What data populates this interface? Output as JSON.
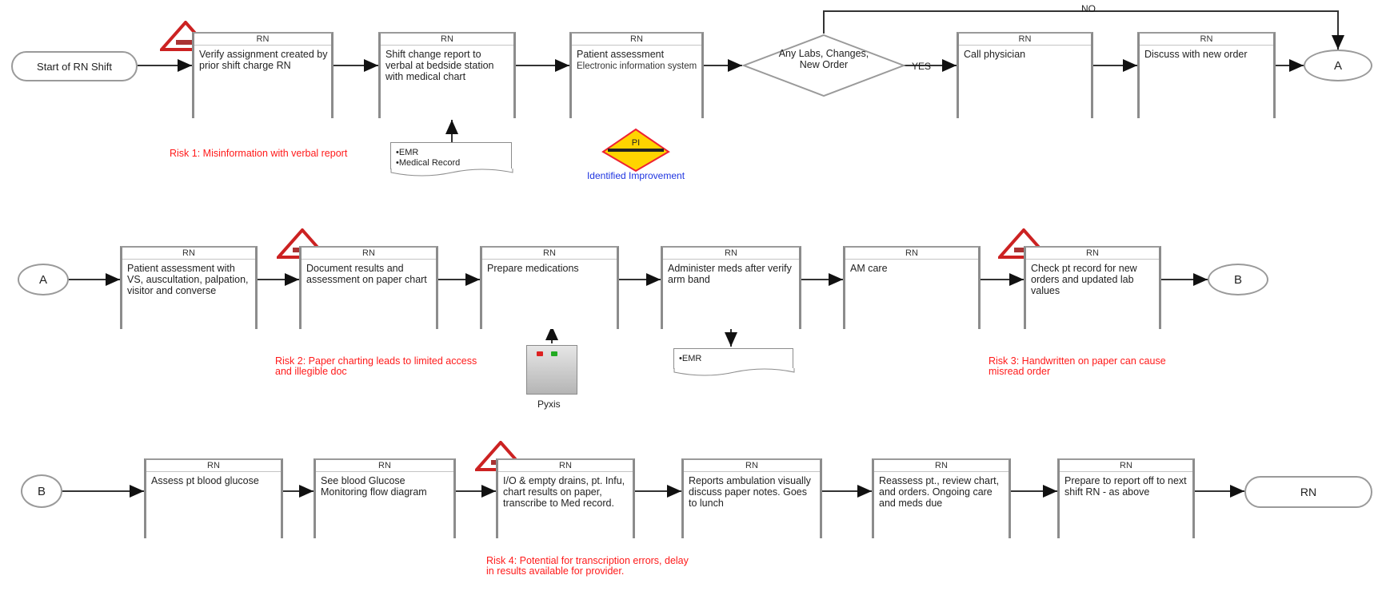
{
  "terminals": {
    "start": "Start of RN Shift",
    "end": "RN"
  },
  "connectors": {
    "a": "A",
    "b": "B"
  },
  "row1": {
    "step1": {
      "role": "RN",
      "text": "Verify assignment created by prior shift charge RN"
    },
    "step2": {
      "role": "RN",
      "text": "Shift change report to verbal at bedside station with medical chart"
    },
    "step3": {
      "role": "RN",
      "text": "Patient assessment",
      "sub": "Electronic information system"
    },
    "decision": "Any Labs, Changes, New Order",
    "yes": "YES",
    "no": "NO",
    "step4": {
      "role": "RN",
      "text": "Call physician"
    },
    "step5": {
      "role": "RN",
      "text": "Discuss with new order"
    }
  },
  "row2": {
    "step1": {
      "role": "RN",
      "text": "Patient assessment with VS, auscultation, palpation, visitor and converse"
    },
    "step2": {
      "role": "RN",
      "text": "Document results and assessment on paper chart"
    },
    "step3": {
      "role": "RN",
      "text": "Prepare medications"
    },
    "step4": {
      "role": "RN",
      "text": "Administer meds after verify arm band"
    },
    "step5": {
      "role": "RN",
      "text": "AM care"
    },
    "step6": {
      "role": "RN",
      "text": "Check pt record for new orders and updated lab values"
    }
  },
  "row3": {
    "step1": {
      "role": "RN",
      "text": "Assess pt blood glucose"
    },
    "step2": {
      "role": "RN",
      "text": "See blood Glucose Monitoring flow diagram"
    },
    "step3": {
      "role": "RN",
      "text": "I/O & empty drains, pt. Infu, chart results on paper, transcribe to Med record."
    },
    "step4": {
      "role": "RN",
      "text": "Reports ambulation visually discuss paper notes. Goes to lunch"
    },
    "step5": {
      "role": "RN",
      "text": "Reassess pt., review chart, and orders. Ongoing care and meds due"
    },
    "step6": {
      "role": "RN",
      "text": "Prepare to report off to next shift RN - as above"
    }
  },
  "documents": {
    "doc1": [
      "EMR",
      "Medical Record"
    ],
    "doc2": [
      "EMR"
    ]
  },
  "risks": {
    "r1": "Risk 1: Misinformation with verbal report",
    "r2": "Risk 2: Paper charting leads to limited access and illegible doc",
    "r3": "Risk 3: Handwritten on paper can cause misread order",
    "r4": "Risk 4: Potential for transcription errors, delay in results available for provider."
  },
  "pi": {
    "badge": "PI",
    "label": "Identified Improvement"
  },
  "pyxis": {
    "label": "Pyxis"
  },
  "colors": {
    "risk": "#ff1a1a",
    "pi_label": "#1e34e0",
    "pi_fill": "#ffd400",
    "border": "#9a9a9a"
  }
}
